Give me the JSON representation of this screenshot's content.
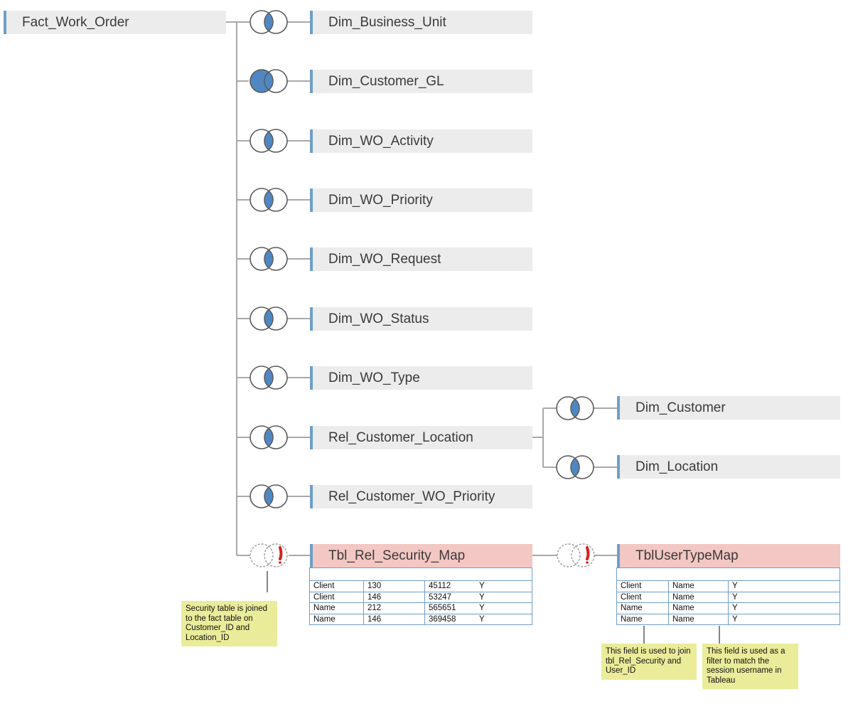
{
  "root_table": "Fact_Work_Order",
  "joined_tables": [
    "Dim_Business_Unit",
    "Dim_Customer_GL",
    "Dim_WO_Activity",
    "Dim_WO_Priority",
    "Dim_WO_Request",
    "Dim_WO_Status",
    "Dim_WO_Type",
    "Rel_Customer_Location",
    "Rel_Customer_WO_Priority"
  ],
  "sub_tables": [
    "Dim_Customer",
    "Dim_Location"
  ],
  "security_table": {
    "name": "Tbl_Rel_Security_Map",
    "rows": [
      [
        "Client",
        "130",
        "45112",
        "Y"
      ],
      [
        "Client",
        "146",
        "53247",
        "Y"
      ],
      [
        "Name",
        "212",
        "565651",
        "Y"
      ],
      [
        "Name",
        "146",
        "369458",
        "Y"
      ]
    ]
  },
  "user_type_table": {
    "name": "TblUserTypeMap",
    "rows": [
      [
        "Client",
        "Name",
        "Y"
      ],
      [
        "Client",
        "Name",
        "Y"
      ],
      [
        "Name",
        "Name",
        "Y"
      ],
      [
        "Name",
        "Name",
        "Y"
      ]
    ]
  },
  "notes": {
    "security_join": "Security table is joined to the fact table on Customer_ID and Location_ID",
    "join_field": "This field is used to join tbl_Rel_Security and User_ID",
    "filter_field": "This field is used as a filter to match the session username in Tableau"
  },
  "colors": {
    "join_fill": "#4f87c2",
    "pill_background": "#ececec",
    "pill_accent": "#6f9fc6",
    "warning_pill": "#f3c7c3",
    "warning_mark": "#d62020",
    "note_background": "#eaec9a"
  },
  "join_types": [
    "inner",
    "left",
    "inner",
    "inner",
    "inner",
    "inner",
    "inner",
    "inner",
    "inner"
  ],
  "icons": [
    "inner-join-icon",
    "left-join-icon",
    "broken-join-warning-icon"
  ]
}
